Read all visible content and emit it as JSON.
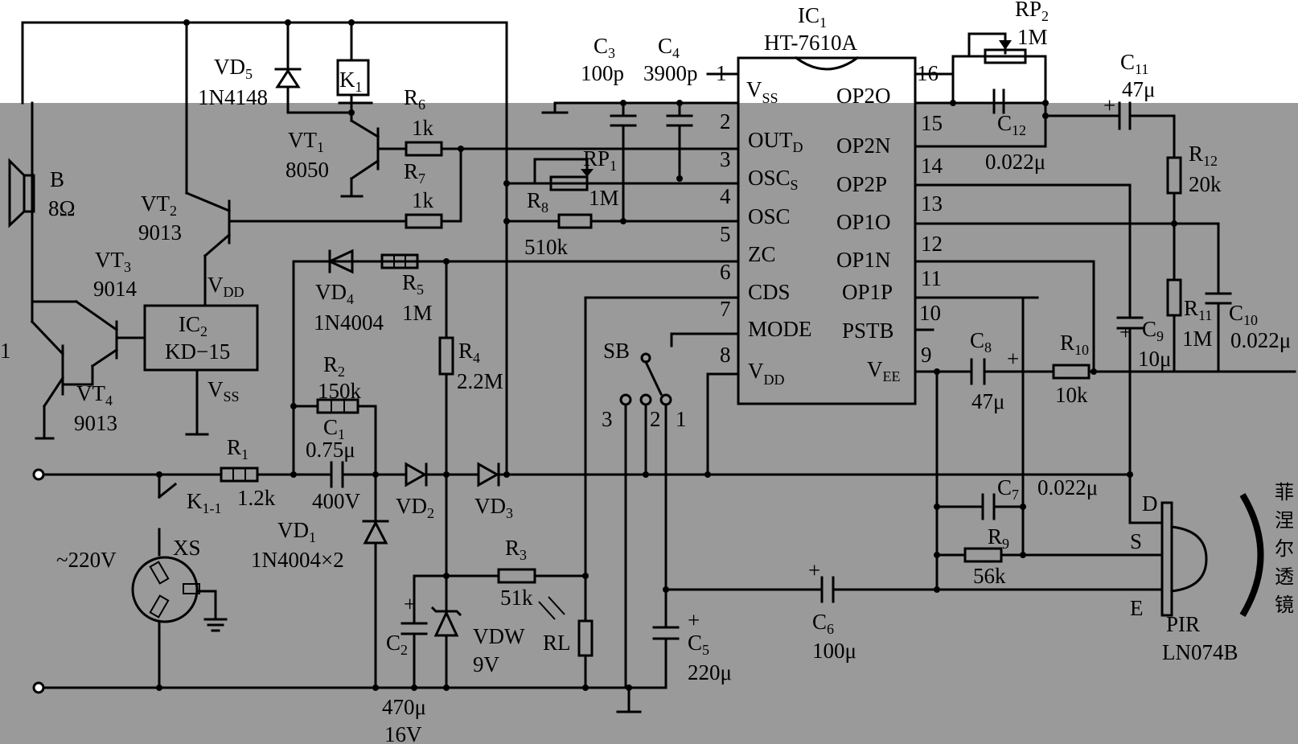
{
  "ic1": {
    "ref": "IC",
    "ref_sub": "1",
    "part": "HT-7610A",
    "pins": [
      {
        "num": "1",
        "name": "V",
        "sub": "SS"
      },
      {
        "num": "2",
        "name": "OUT",
        "sub": "D"
      },
      {
        "num": "3",
        "name": "OSC",
        "sub": "S"
      },
      {
        "num": "4",
        "name": "OSC",
        "sub": ""
      },
      {
        "num": "5",
        "name": "ZC",
        "sub": ""
      },
      {
        "num": "6",
        "name": "CDS",
        "sub": ""
      },
      {
        "num": "7",
        "name": "MODE",
        "sub": ""
      },
      {
        "num": "8",
        "name": "V",
        "sub": "DD"
      },
      {
        "num": "9",
        "name": "V",
        "sub": "EE"
      },
      {
        "num": "10",
        "name": "PSTB",
        "sub": ""
      },
      {
        "num": "11",
        "name": "OP1P",
        "sub": ""
      },
      {
        "num": "12",
        "name": "OP1N",
        "sub": ""
      },
      {
        "num": "13",
        "name": "OP1O",
        "sub": ""
      },
      {
        "num": "14",
        "name": "OP2P",
        "sub": ""
      },
      {
        "num": "15",
        "name": "OP2N",
        "sub": ""
      },
      {
        "num": "16",
        "name": "OP2O",
        "sub": ""
      }
    ]
  },
  "ic2": {
    "ref": "IC",
    "ref_sub": "2",
    "part": "KD−15",
    "vdd": "V",
    "vdd_sub": "DD",
    "vss": "V",
    "vss_sub": "SS"
  },
  "labels": {
    "vd5_ref": "VD",
    "vd5_sub": "5",
    "vd5_part": "1N4148",
    "k1_ref": "K",
    "k1_sub": "1",
    "r6_ref": "R",
    "r6_sub": "6",
    "r6_val": "1k",
    "r7_ref": "R",
    "r7_sub": "7",
    "r7_val": "1k",
    "vt1_ref": "VT",
    "vt1_sub": "1",
    "vt1_part": "8050",
    "vt2_ref": "VT",
    "vt2_sub": "2",
    "vt2_part": "9013",
    "vt3_ref": "VT",
    "vt3_sub": "3",
    "vt3_part": "9014",
    "vt4_ref": "VT",
    "vt4_sub": "4",
    "vt4_part": "9013",
    "b_ref": "B",
    "b_val": "8Ω",
    "c3_ref": "C",
    "c3_sub": "3",
    "c3_val": "100p",
    "c4_ref": "C",
    "c4_sub": "4",
    "c4_val": "3900p",
    "rp1_ref": "RP",
    "rp1_sub": "1",
    "rp1_val": "1M",
    "r8_ref": "R",
    "r8_sub": "8",
    "r8_val": "510k",
    "rp2_ref": "RP",
    "rp2_sub": "2",
    "rp2_val": "1M",
    "c11_ref": "C",
    "c11_sub": "11",
    "c11_val": "47μ",
    "c12_ref": "C",
    "c12_sub": "12",
    "c12_val": "0.022μ",
    "r12_ref": "R",
    "r12_sub": "12",
    "r12_val": "20k",
    "r11_ref": "R",
    "r11_sub": "11",
    "r11_val": "1M",
    "c10_ref": "C",
    "c10_sub": "10",
    "c10_val": "0.022μ",
    "c9_ref": "C",
    "c9_sub": "9",
    "c9_val": "10μ",
    "r10_ref": "R",
    "r10_sub": "10",
    "r10_val": "10k",
    "c8_ref": "C",
    "c8_sub": "8",
    "c8_val": "47μ",
    "c7_ref": "C",
    "c7_sub": "7",
    "c7_val": "0.022μ",
    "r9_ref": "R",
    "r9_sub": "9",
    "r9_val": "56k",
    "c6_ref": "C",
    "c6_sub": "6",
    "c6_val": "100μ",
    "c5_ref": "C",
    "c5_sub": "5",
    "c5_val": "220μ",
    "vd4_ref": "VD",
    "vd4_sub": "4",
    "vd4_part": "1N4004",
    "r5_ref": "R",
    "r5_sub": "5",
    "r5_val": "1M",
    "r4_ref": "R",
    "r4_sub": "4",
    "r4_val": "2.2M",
    "r2_ref": "R",
    "r2_sub": "2",
    "r2_val": "150k",
    "c1_ref": "C",
    "c1_sub": "1",
    "c1_val": "0.75μ",
    "c1_volt": "400V",
    "r1_ref": "R",
    "r1_sub": "1",
    "r1_val": "1.2k",
    "vd1_ref": "VD",
    "vd1_sub": "1",
    "vd1_part": "1N4004×2",
    "vd2_ref": "VD",
    "vd2_sub": "2",
    "vd3_ref": "VD",
    "vd3_sub": "3",
    "r3_ref": "R",
    "r3_sub": "3",
    "r3_val": "51k",
    "rl": "RL",
    "vdw_ref": "VDW",
    "vdw_val": "9V",
    "c2_ref": "C",
    "c2_sub": "2",
    "c2_val": "470μ",
    "c2_volt": "16V",
    "k11_ref": "K",
    "k11_sub": "1-1",
    "mains": "~220V",
    "xs": "XS",
    "sb": "SB",
    "sw1": "1",
    "sw2": "2",
    "sw3": "3",
    "pir_d": "D",
    "pir_s": "S",
    "pir_e": "E",
    "pir_ref": "PIR",
    "pir_part": "LN074B",
    "lens_c1": "菲",
    "lens_c2": "涅",
    "lens_c3": "尔",
    "lens_c4": "透",
    "lens_c5": "镜",
    "edge_mark": "1"
  }
}
